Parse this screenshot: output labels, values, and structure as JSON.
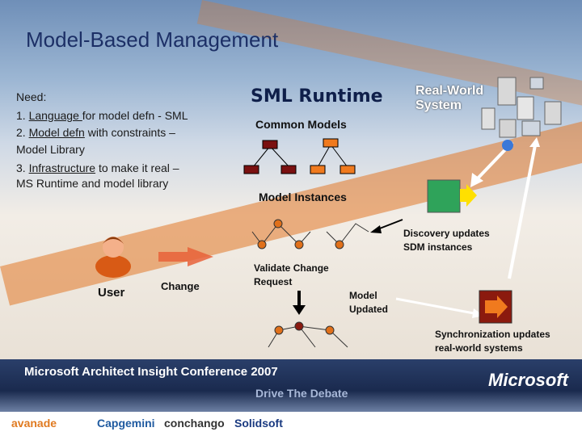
{
  "slide": {
    "title": "Model-Based Management",
    "need": {
      "heading": "Need:",
      "item1_pre": "1. ",
      "item1_link": "Language ",
      "item1_post": "for model defn - SML",
      "item2_pre": "2. ",
      "item2_link": "Model defn",
      "item2_post": " with constraints –",
      "item2_line2": "Model Library",
      "item3_pre": "3. ",
      "item3_link": "Infrastructure",
      "item3_post": " to make it real –",
      "item3_line2": "MS Runtime and model library"
    },
    "sml_runtime": "SML Runtime",
    "real_world_1": "Real-World",
    "real_world_2": "System",
    "common_models": "Common Models",
    "model_instances": "Model Instances",
    "discovery_1": "Discovery updates",
    "discovery_2": "SDM instances",
    "validate_1": "Validate Change",
    "validate_2": "Request",
    "model_updated_1": "Model",
    "model_updated_2": "Updated",
    "sync_1": "Synchronization updates",
    "sync_2": "real-world systems",
    "user": "User",
    "change": "Change"
  },
  "footer": {
    "conference": "Microsoft Architect Insight Conference 2007",
    "tagline": "Drive The Debate",
    "logo": "Microsoft"
  },
  "partners": [
    "avanade",
    "Capgemini",
    "conchango",
    "Solidsoft"
  ],
  "colors": {
    "title": "#1c2f66",
    "node_dark": "#7a1010",
    "node_orange": "#f07a1e",
    "green_box": "#2fa35a",
    "yellow_arrow": "#ffe000"
  }
}
